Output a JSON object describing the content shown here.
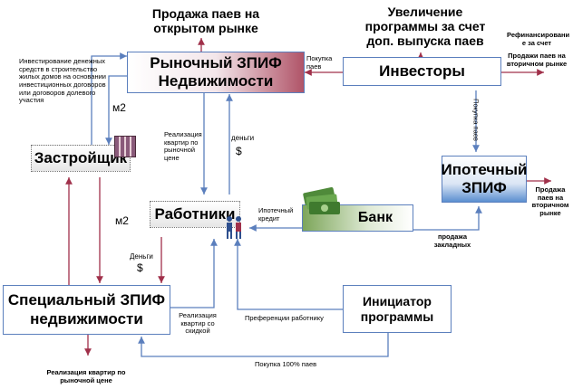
{
  "headings": {
    "open_market_sale": "Продажа паев на открытом рынке",
    "program_increase": "Увеличение программы за счет доп. выпуска паев"
  },
  "nodes": {
    "market_fund": "Рыночный ЗПИФ Недвижимости",
    "investors": "Инвесторы",
    "developer": "Застройщик",
    "mortgage_fund": "Ипотечный ЗПИФ",
    "workers": "Работники",
    "bank": "Банк",
    "special_fund": "Специальный ЗПИФ недвижимости",
    "initiator": "Инициатор программы"
  },
  "labels": {
    "investment_desc": "Инвестирование денежных средств в строительство жилых домов на основании инвестиционных договоров или договоров долевого участия",
    "m2_upper": "м2",
    "m2_lower": "м2",
    "market_price_sale": "Реализация квартир по рыночной цене",
    "money_upper": "деньги",
    "dollar_upper": "$",
    "money_lower": "Деньги",
    "dollar_lower": "$",
    "share_purchase": "Покупка паев",
    "share_purchase_vertical": "Покупка паев",
    "refinancing": "Рефинансировани е за счет",
    "secondary_sale_top": "Продажи паев на вторичном рынке",
    "secondary_sale_right": "Продажа паев на вторичном рынке",
    "mortgage_credit": "Ипотечный кредит",
    "mortgage_sale": "продажа закладных",
    "discount_sale": "Реализация квартир со скидкой",
    "worker_preferences": "Преференции работнику",
    "purchase_100": "Покупка 100% паев",
    "bottom_market_sale": "Реализация квартир по рыночной цене"
  },
  "colors": {
    "arrow_blue": "#5b7fbd",
    "arrow_red": "#a0304a",
    "box_border": "#5b7fbd"
  }
}
